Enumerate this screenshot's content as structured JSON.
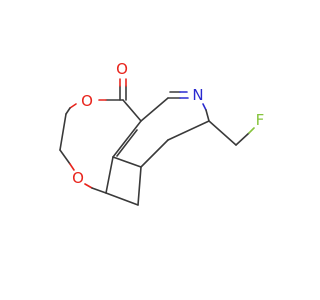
{
  "molecule": {
    "atoms": [
      {
        "key": "carbonyl_o",
        "label": "O",
        "color": "#e8241c"
      },
      {
        "key": "ring_o_upper",
        "label": "O",
        "color": "#e8241c"
      },
      {
        "key": "ring_o_lower",
        "label": "O",
        "color": "#e8241c"
      },
      {
        "key": "nitrogen",
        "label": "N",
        "color": "#2a2ad0"
      },
      {
        "key": "fluorine",
        "label": "F",
        "color": "#86c43c"
      }
    ]
  }
}
